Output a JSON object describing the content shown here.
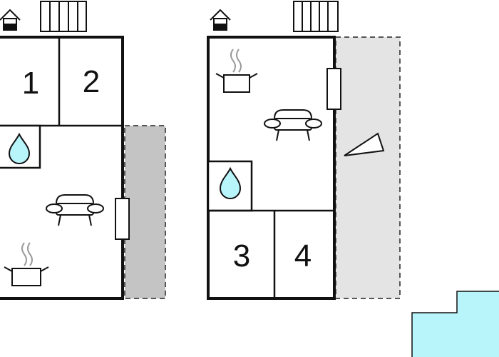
{
  "floor_plan": {
    "units": [
      {
        "name": "left-unit",
        "rooms": [
          {
            "id": "bedroom-1",
            "label": "1"
          },
          {
            "id": "bedroom-2",
            "label": "2"
          }
        ],
        "icons": [
          "house-icon",
          "radiator-icon",
          "water-drop-icon",
          "sofa-icon",
          "cooking-pot-icon",
          "window-icon"
        ],
        "terrace": {
          "shade": "dark-gray",
          "color": "#c4c4c4"
        }
      },
      {
        "name": "right-unit",
        "rooms": [
          {
            "id": "bedroom-3",
            "label": "3"
          },
          {
            "id": "bedroom-4",
            "label": "4"
          }
        ],
        "icons": [
          "house-icon",
          "radiator-icon",
          "cooking-pot-icon",
          "sofa-icon",
          "water-drop-icon",
          "window-icon",
          "sun-lounger-icon"
        ],
        "terrace": {
          "shade": "light-gray",
          "color": "#e4e4e4"
        }
      }
    ],
    "pool": {
      "color": "#b8f5fb"
    },
    "colors": {
      "walls": "#111111",
      "water": "#b8f5fb",
      "background": "#ffffff"
    }
  }
}
